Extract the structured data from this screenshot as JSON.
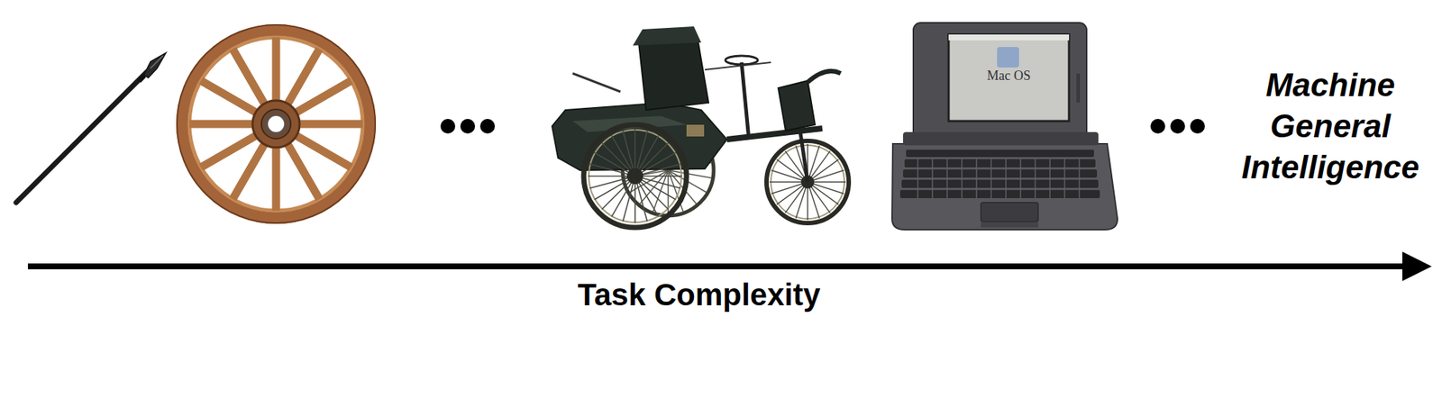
{
  "diagram": {
    "labels": [
      "Mac OS",
      "Machine General Intelligence",
      "Task Complexity"
    ]
  }
}
